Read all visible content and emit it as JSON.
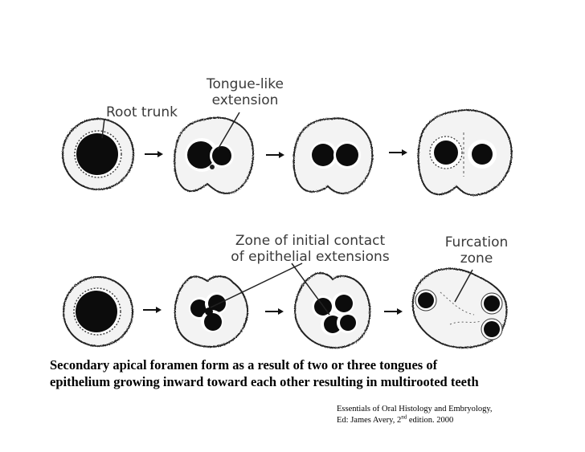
{
  "labels": {
    "root_trunk": "Root trunk",
    "tongue_like_1": "Tongue-like",
    "tongue_like_2": "extension",
    "zone_contact_1": "Zone of initial contact",
    "zone_contact_2": "of epithelial extensions",
    "furcation_1": "Furcation",
    "furcation_2": "zone"
  },
  "caption": {
    "line1": "Secondary apical foramen form as a result of two or three tongues of",
    "line2": "epithelium growing inward toward each other resulting in multirooted teeth"
  },
  "citation": {
    "line1": "Essentials of Oral Histology and Embryology,",
    "line2_pre": "Ed: James Avery, 2",
    "line2_sup": "nd",
    "line2_post": " edition. 2000"
  }
}
